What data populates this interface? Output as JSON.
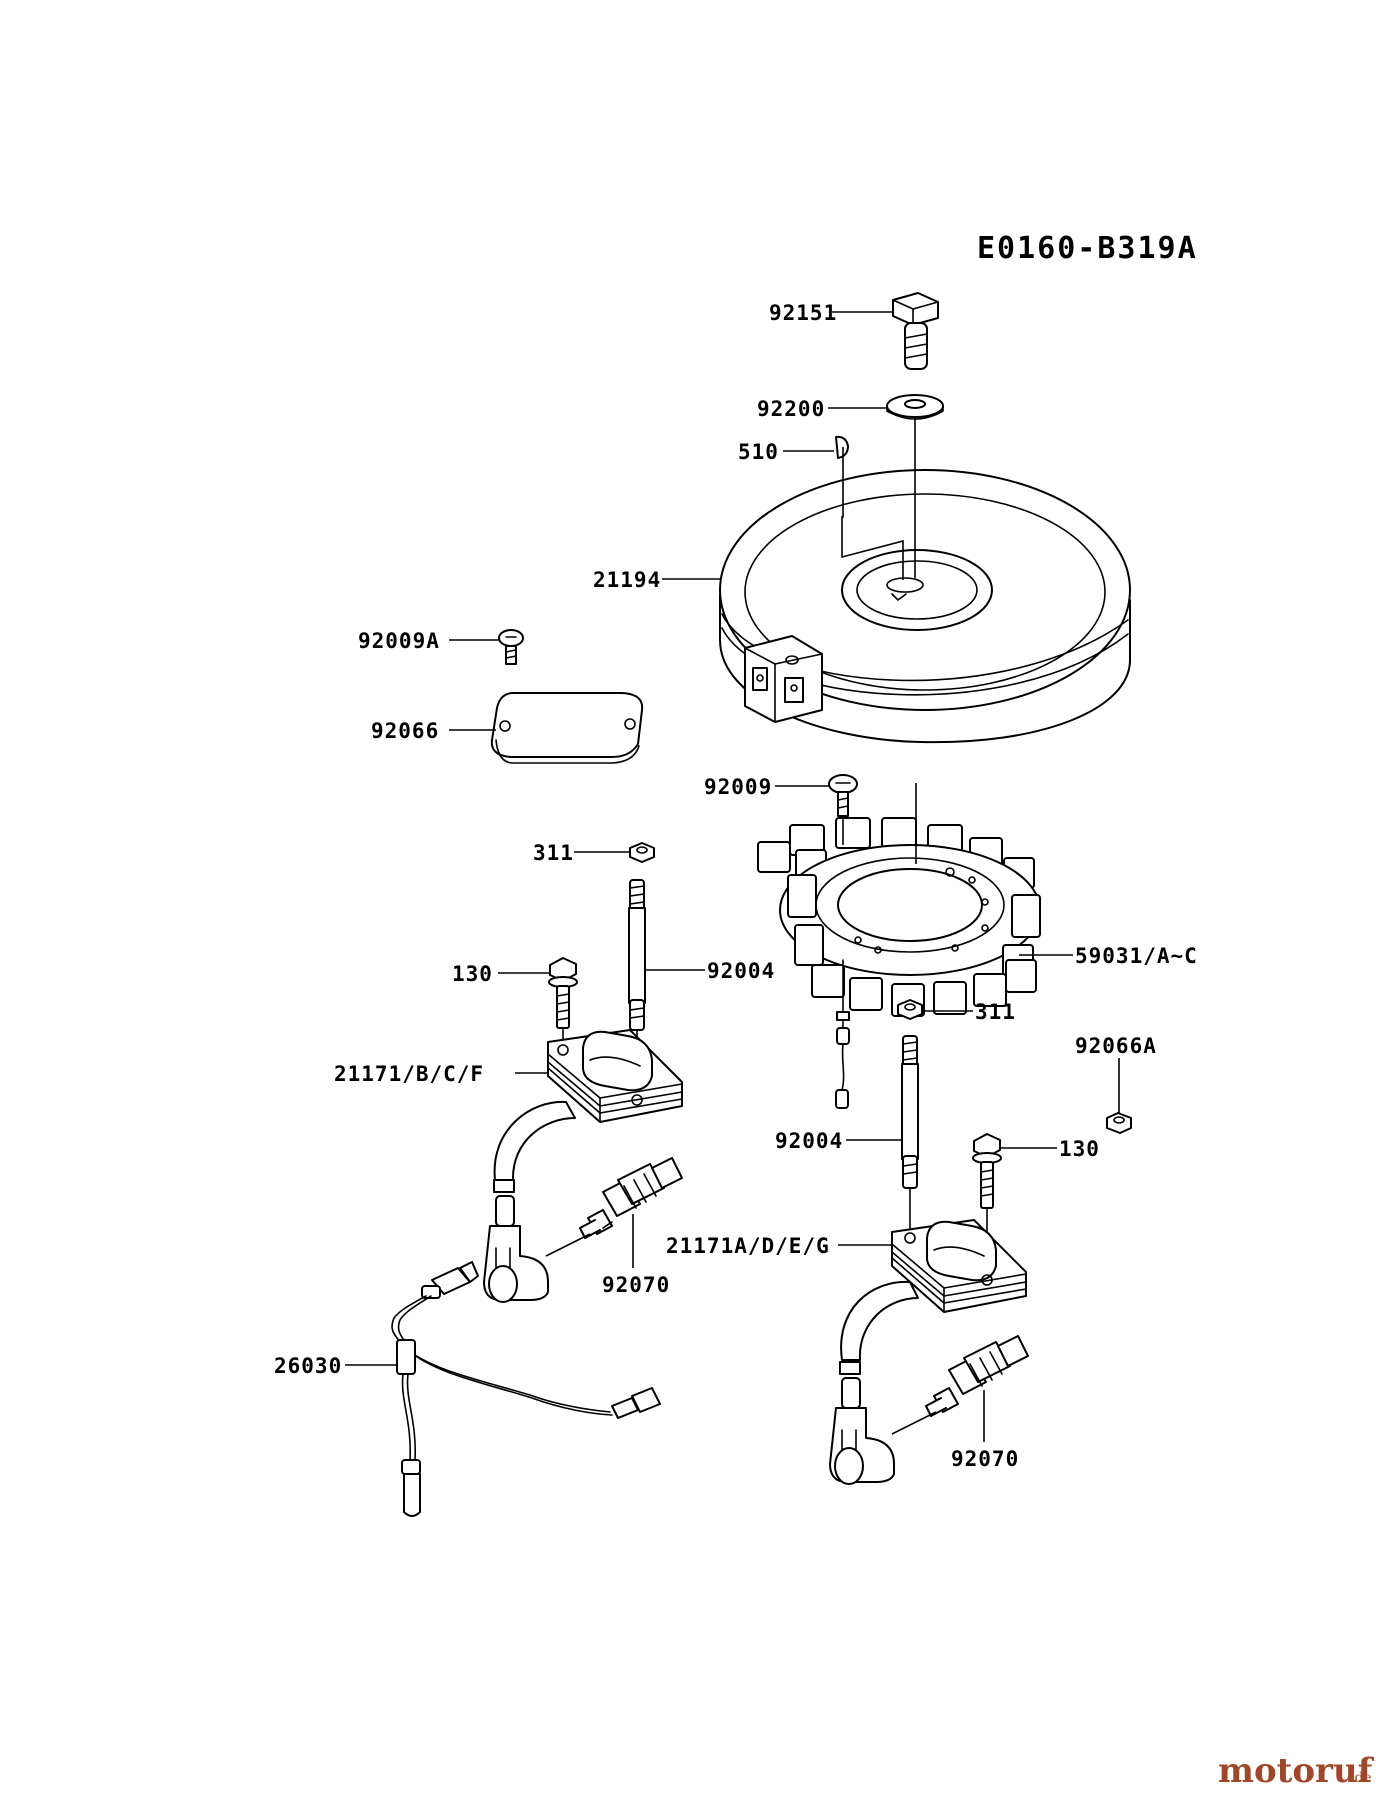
{
  "diagram_code": "E0160-B319A",
  "watermark": {
    "brand": "motoruf",
    "tld": ".de",
    "color": "#a0472a"
  },
  "labels": {
    "bolt_top": "92151",
    "washer_top": "92200",
    "key": "510",
    "flywheel": "21194",
    "screw_plate": "92009A",
    "plate": "92066",
    "screw_stator": "92009",
    "nut_left": "311",
    "stud_left": "92004",
    "bolt_left": "130",
    "coil_left": "21171/B/C/F",
    "plug_left": "92070",
    "lead_wire": "26030",
    "stator": "59031/A~C",
    "nut_right": "311",
    "nut_small": "92066A",
    "stud_right": "92004",
    "bolt_right": "130",
    "coil_right": "21171A/D/E/G",
    "plug_right": "92070"
  }
}
